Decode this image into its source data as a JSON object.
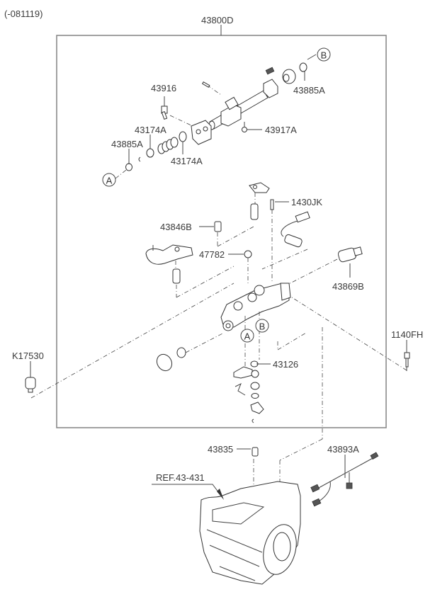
{
  "diagram": {
    "type": "exploded-parts-diagram",
    "date_code": "(-081119)",
    "assembly_part": "43800D",
    "reference": "REF.43-431",
    "callouts": {
      "A": "A",
      "B": "B"
    },
    "parts": [
      {
        "id": "p43916",
        "number": "43916"
      },
      {
        "id": "p43885A_top",
        "number": "43885A"
      },
      {
        "id": "p43917A",
        "number": "43917A"
      },
      {
        "id": "p43174A_left",
        "number": "43174A"
      },
      {
        "id": "p43174A_right",
        "number": "43174A"
      },
      {
        "id": "p43885A_left",
        "number": "43885A"
      },
      {
        "id": "p1430JK",
        "number": "1430JK"
      },
      {
        "id": "p43846B",
        "number": "43846B"
      },
      {
        "id": "p47782",
        "number": "47782"
      },
      {
        "id": "p43869B",
        "number": "43869B"
      },
      {
        "id": "p1140FH",
        "number": "1140FH"
      },
      {
        "id": "pK17530",
        "number": "K17530"
      },
      {
        "id": "p43126",
        "number": "43126"
      },
      {
        "id": "p43835",
        "number": "43835"
      },
      {
        "id": "p43893A",
        "number": "43893A"
      }
    ]
  }
}
